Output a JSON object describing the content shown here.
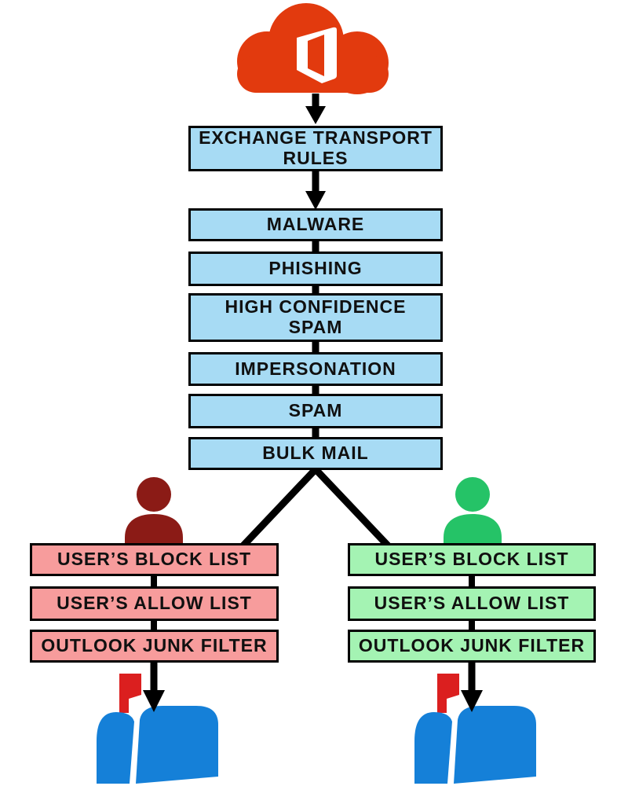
{
  "colors": {
    "cloud_orange": "#E23A0E",
    "node_blue": "#A7DBF4",
    "node_pink": "#F79C9C",
    "node_green": "#A4F3B3",
    "user_maroon": "#8B1B16",
    "user_green": "#25C367",
    "mailbox_blue": "#1580D8",
    "flag_red": "#DB1F1F",
    "line_black": "#000000",
    "background": "#FFFFFF"
  },
  "nodes": {
    "transport": {
      "label": "EXCHANGE TRANSPORT\nRULES"
    },
    "filters": [
      {
        "label": "MALWARE"
      },
      {
        "label": "PHISHING"
      },
      {
        "label": "HIGH CONFIDENCE\nSPAM"
      },
      {
        "label": "IMPERSONATION"
      },
      {
        "label": "SPAM"
      },
      {
        "label": "BULK MAIL"
      }
    ],
    "left_branch": [
      {
        "label": "USER’S BLOCK LIST"
      },
      {
        "label": "USER’S ALLOW LIST"
      },
      {
        "label": "OUTLOOK JUNK FILTER"
      }
    ],
    "right_branch": [
      {
        "label": "USER’S BLOCK LIST"
      },
      {
        "label": "USER’S ALLOW LIST"
      },
      {
        "label": "OUTLOOK JUNK FILTER"
      }
    ]
  },
  "icons": {
    "source": "office-365-cloud",
    "left_user": "user-silhouette-maroon",
    "right_user": "user-silhouette-green",
    "left_mailbox": "mailbox-with-flag",
    "right_mailbox": "mailbox-with-flag"
  }
}
